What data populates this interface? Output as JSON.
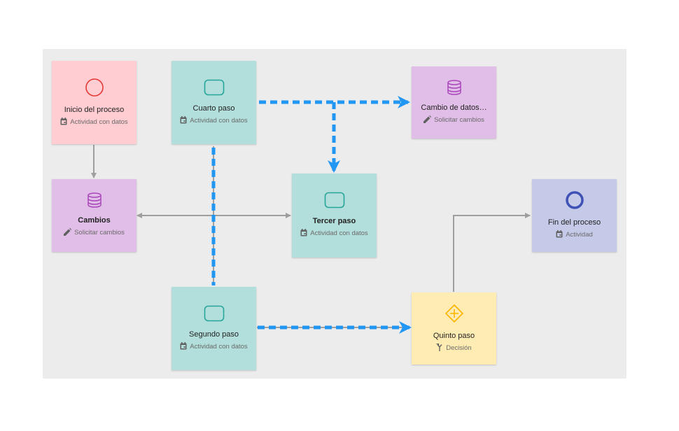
{
  "nodes": {
    "inicio": {
      "title": "Inicio del proceso",
      "subtitle": "Actividad con datos",
      "icon": "circle-outline-icon",
      "color": "#ffcdd2"
    },
    "cuarto": {
      "title": "Cuarto paso",
      "subtitle": "Actividad con datos",
      "icon": "rounded-rect-icon",
      "color": "#b2dfdb"
    },
    "cambio_datos": {
      "title": "Cambio de datos…",
      "subtitle": "Solicitar cambios",
      "icon": "database-icon",
      "color": "#e1bee7"
    },
    "cambios": {
      "title": "Cambios",
      "subtitle": "Solicitar cambios",
      "icon": "database-icon",
      "color": "#e1bee7"
    },
    "tercer": {
      "title": "Tercer paso",
      "subtitle": "Actividad con datos",
      "icon": "rounded-rect-icon",
      "color": "#b2dfdb"
    },
    "fin": {
      "title": "Fin del proceso",
      "subtitle": "Actividad",
      "icon": "bold-circle-icon",
      "color": "#c5cae9"
    },
    "segundo": {
      "title": "Segundo paso",
      "subtitle": "Actividad con datos",
      "icon": "rounded-rect-icon",
      "color": "#b2dfdb"
    },
    "quinto": {
      "title": "Quinto paso",
      "subtitle": "Decisión",
      "icon": "diamond-plus-icon",
      "color": "#ffecb3"
    }
  },
  "colors": {
    "canvas": "#ececec",
    "connector_gray": "#9e9e9e",
    "connector_highlight": "#2196f3",
    "start_red": "#e53935",
    "end_blue": "#3f51b5",
    "task_teal": "#26a69a",
    "data_purple": "#ab47bc",
    "gateway_amber": "#ffb300"
  }
}
